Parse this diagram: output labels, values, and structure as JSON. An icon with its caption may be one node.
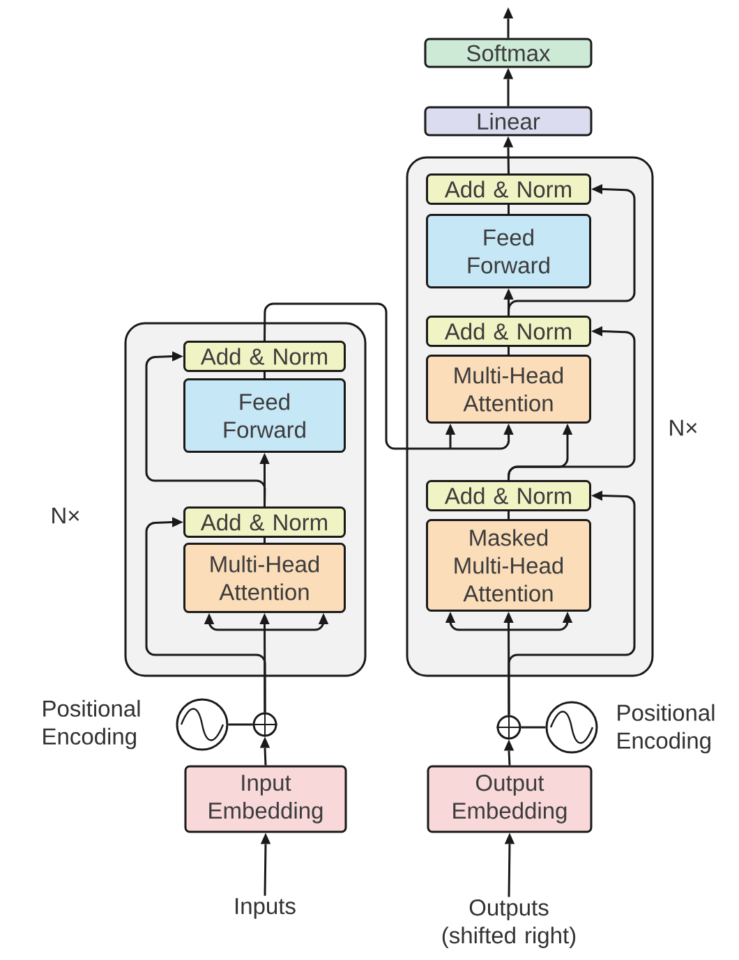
{
  "diagram": {
    "nodes": [
      {
        "text": [],
        "shape": "box",
        "beside": [
          "N×"
        ]
      },
      {
        "text": [
          "Add & Norm"
        ],
        "in": 0
      },
      {
        "text": [
          "Feed Forward"
        ],
        "in": 0
      },
      {
        "text": [
          "Add & Norm"
        ],
        "in": 0
      },
      {
        "text": [
          "Multi-Head Attention"
        ],
        "in": 0
      },
      {
        "text": [],
        "shape": "circle",
        "beside": [
          "Positional Encoding"
        ]
      },
      {
        "text": [],
        "shape": "circle"
      },
      {
        "text": [
          "Input Embedding"
        ]
      },
      {
        "text": [
          "Inputs"
        ]
      },
      {
        "text": [
          "Softmax"
        ]
      },
      {
        "text": [
          "Linear"
        ]
      },
      {
        "text": [],
        "shape": "box",
        "beside": [
          "N×"
        ]
      },
      {
        "text": [
          "Add & Norm"
        ],
        "in": 11
      },
      {
        "text": [
          "Feed Forward"
        ],
        "in": 11
      },
      {
        "text": [
          "Add & Norm"
        ],
        "in": 11
      },
      {
        "text": [
          "Multi-Head Attention"
        ],
        "in": 11
      },
      {
        "text": [
          "Add & Norm"
        ],
        "in": 11
      },
      {
        "text": [
          "Masked Multi-Head Attention"
        ],
        "in": 11
      },
      {
        "text": [],
        "shape": "circle"
      },
      {
        "text": [],
        "shape": "circle",
        "beside": [
          "Positional Encoding"
        ]
      },
      {
        "text": [
          "Output Embedding"
        ]
      },
      {
        "text": [
          "Outputs (shifted right)"
        ]
      }
    ],
    "edges": [
      {
        "from": 8,
        "to": 7,
        "arrow": "to"
      },
      {
        "from": 7,
        "to": 6,
        "arrow": "to"
      },
      {
        "from": 5,
        "to": 6,
        "arrow": "none"
      },
      {
        "from": 6,
        "to": 4,
        "arrow": "to"
      },
      {
        "from": 6,
        "to": 3,
        "arrow": "to"
      },
      {
        "from": 4,
        "to": 3,
        "arrow": "none"
      },
      {
        "from": 3,
        "to": 2,
        "arrow": "to"
      },
      {
        "from": 3,
        "to": 1,
        "arrow": "to"
      },
      {
        "from": 2,
        "to": 1,
        "arrow": "none"
      },
      {
        "from": 1,
        "to": 15,
        "arrow": "to"
      },
      {
        "from": 21,
        "to": 20,
        "arrow": "to"
      },
      {
        "from": 20,
        "to": 18,
        "arrow": "to"
      },
      {
        "from": 19,
        "to": 18,
        "arrow": "none"
      },
      {
        "from": 18,
        "to": 17,
        "arrow": "to"
      },
      {
        "from": 18,
        "to": 16,
        "arrow": "to"
      },
      {
        "from": 17,
        "to": 16,
        "arrow": "none"
      },
      {
        "from": 16,
        "to": 15,
        "arrow": "to"
      },
      {
        "from": 16,
        "to": 14,
        "arrow": "to"
      },
      {
        "from": 15,
        "to": 14,
        "arrow": "none"
      },
      {
        "from": 14,
        "to": 13,
        "arrow": "to"
      },
      {
        "from": 14,
        "to": 12,
        "arrow": "to"
      },
      {
        "from": 13,
        "to": 12,
        "arrow": "none"
      },
      {
        "from": 12,
        "to": 10,
        "arrow": "to"
      },
      {
        "from": 10,
        "to": 9,
        "arrow": "to"
      },
      {
        "from": 9,
        "to": null,
        "arrow": "to"
      }
    ]
  }
}
